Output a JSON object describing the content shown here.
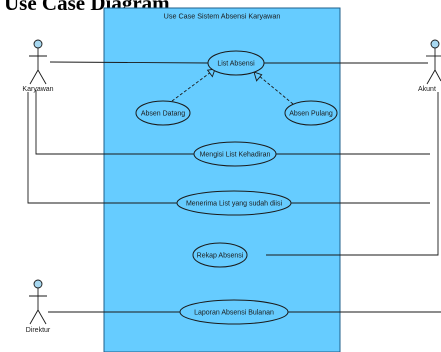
{
  "document": {
    "heading": "Use Case Diagram"
  },
  "diagram": {
    "system_title": "Use Case Sistem Absensi  Karyawan",
    "actors": [
      {
        "id": "karyawan",
        "label": "Karyawan"
      },
      {
        "id": "akuntan",
        "label": "Akunt"
      },
      {
        "id": "direktur",
        "label": "Direktur"
      }
    ],
    "use_cases": [
      {
        "id": "list_absensi",
        "label": "List Absensi"
      },
      {
        "id": "absen_datang",
        "label": "Absen Datang"
      },
      {
        "id": "absen_pulang",
        "label": "Absen Pulang"
      },
      {
        "id": "mengisi_list",
        "label": "Mengisi List Kehadiran"
      },
      {
        "id": "menerima_list",
        "label": "Menerima List yang sudah diisi"
      },
      {
        "id": "rekap_absensi",
        "label": "Rekap Absensi"
      },
      {
        "id": "laporan_absensi",
        "label": "Laporan Absensi Bulanan"
      }
    ],
    "colors": {
      "system_fill": "#66ccff",
      "system_border": "#1f5f8b",
      "usecase_fill": "#66ccff",
      "actor_head": "#a8d8f0",
      "line": "#1a1a1a"
    }
  }
}
